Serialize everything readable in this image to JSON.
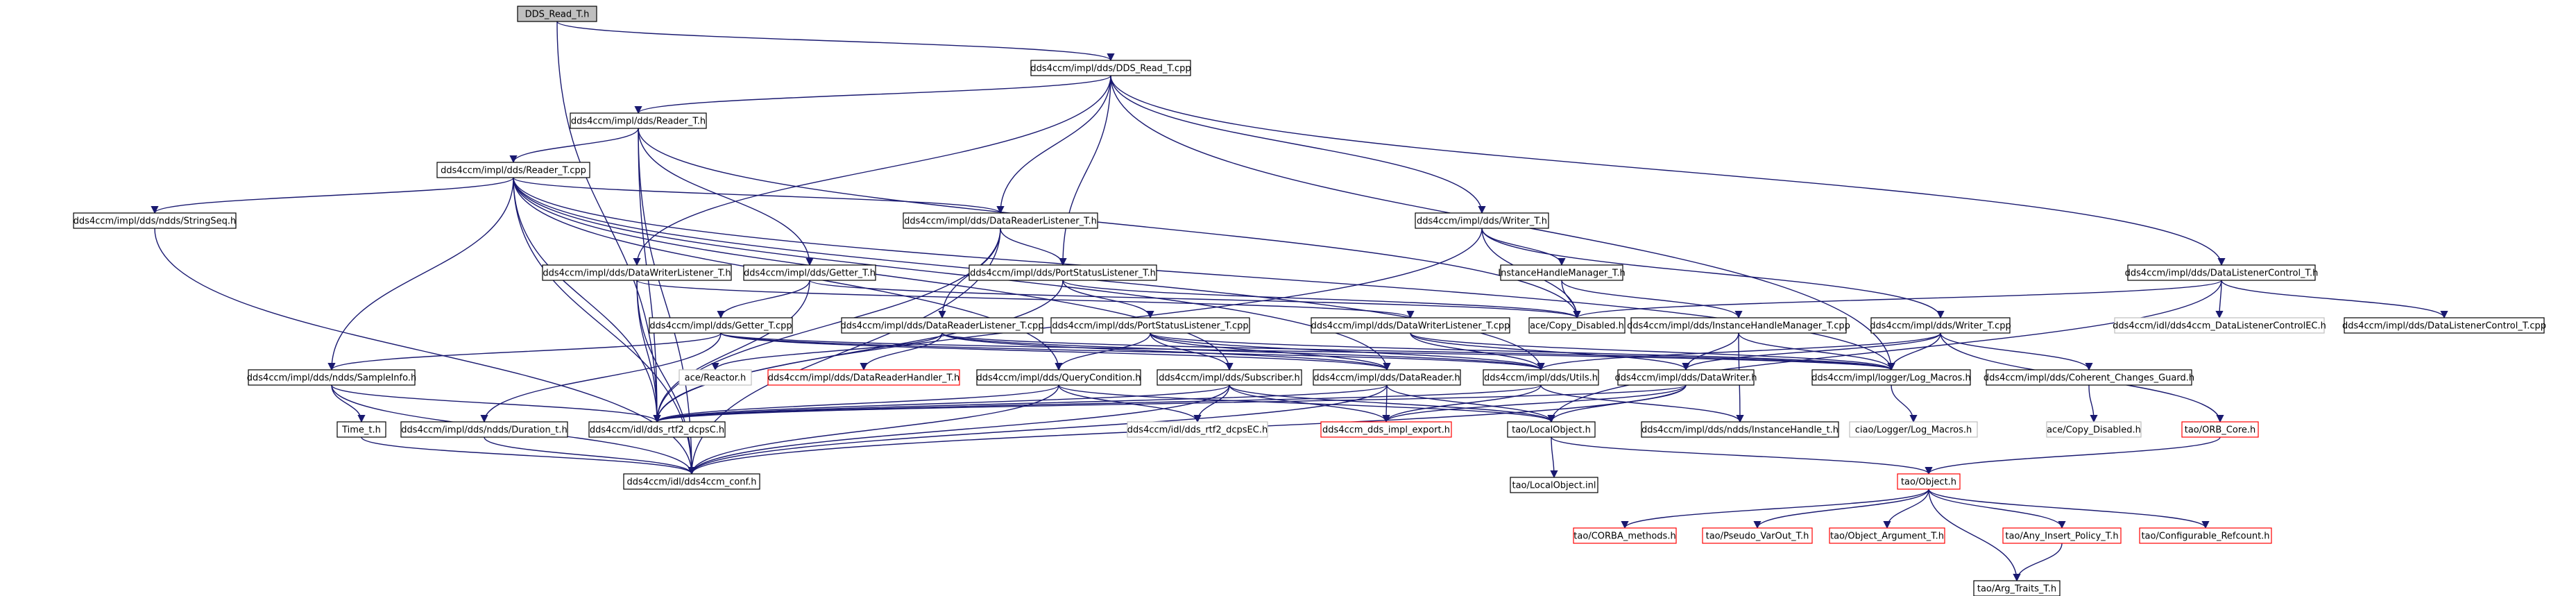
{
  "colors": {
    "edge": "#191970",
    "node_border": "#000000",
    "undocumented_border": "#ff0000",
    "external_border": "#bfbfbf",
    "external_text": "#7f7f7f",
    "root_fill": "#bfbfbf",
    "node_fill": "#ffffff"
  },
  "nodes": [
    {
      "id": "root",
      "label": "DDS_Read_T.h",
      "kind": "root"
    },
    {
      "id": "read_cpp",
      "label": "dds4ccm/impl/dds/DDS_Read_T.cpp",
      "kind": "normal"
    },
    {
      "id": "reader_h",
      "label": "dds4ccm/impl/dds/Reader_T.h",
      "kind": "normal"
    },
    {
      "id": "reader_cpp",
      "label": "dds4ccm/impl/dds/Reader_T.cpp",
      "kind": "normal"
    },
    {
      "id": "stringseq",
      "label": "dds4ccm/impl/dds/ndds/StringSeq.h",
      "kind": "normal"
    },
    {
      "id": "drl_h",
      "label": "dds4ccm/impl/dds/DataReaderListener_T.h",
      "kind": "normal"
    },
    {
      "id": "writer_h",
      "label": "dds4ccm/impl/dds/Writer_T.h",
      "kind": "normal"
    },
    {
      "id": "dlc_h",
      "label": "dds4ccm/impl/dds/DataListenerControl_T.h",
      "kind": "normal"
    },
    {
      "id": "dwl_h",
      "label": "dds4ccm/impl/dds/DataWriterListener_T.h",
      "kind": "normal"
    },
    {
      "id": "getter_h",
      "label": "dds4ccm/impl/dds/Getter_T.h",
      "kind": "normal"
    },
    {
      "id": "psl_h",
      "label": "dds4ccm/impl/dds/PortStatusListener_T.h",
      "kind": "normal"
    },
    {
      "id": "ihm_h",
      "label": "InstanceHandleManager_T.h",
      "kind": "normal"
    },
    {
      "id": "dlcec",
      "label": "dds4ccm/idl/dds4ccm_DataListenerControlEC.h",
      "kind": "external"
    },
    {
      "id": "dlc_cpp",
      "label": "dds4ccm/impl/dds/DataListenerControl_T.cpp",
      "kind": "normal"
    },
    {
      "id": "copy_dis",
      "label": "ace/Copy_Disabled.h",
      "kind": "normal"
    },
    {
      "id": "getter_cpp",
      "label": "dds4ccm/impl/dds/Getter_T.cpp",
      "kind": "normal"
    },
    {
      "id": "drl_cpp",
      "label": "dds4ccm/impl/dds/DataReaderListener_T.cpp",
      "kind": "normal"
    },
    {
      "id": "psl_cpp",
      "label": "dds4ccm/impl/dds/PortStatusListener_T.cpp",
      "kind": "normal"
    },
    {
      "id": "dwl_cpp",
      "label": "dds4ccm/impl/dds/DataWriterListener_T.cpp",
      "kind": "normal"
    },
    {
      "id": "ihm_cpp",
      "label": "dds4ccm/impl/dds/InstanceHandleManager_T.cpp",
      "kind": "normal"
    },
    {
      "id": "writer_cpp",
      "label": "dds4ccm/impl/dds/Writer_T.cpp",
      "kind": "normal"
    },
    {
      "id": "sampleinfo",
      "label": "dds4ccm/impl/dds/ndds/SampleInfo.h",
      "kind": "normal"
    },
    {
      "id": "reactor",
      "label": "ace/Reactor.h",
      "kind": "external"
    },
    {
      "id": "drh",
      "label": "dds4ccm/impl/dds/DataReaderHandler_T.h",
      "kind": "undocumented"
    },
    {
      "id": "querycond",
      "label": "dds4ccm/impl/dds/QueryCondition.h",
      "kind": "normal"
    },
    {
      "id": "subscriber",
      "label": "dds4ccm/impl/dds/Subscriber.h",
      "kind": "normal"
    },
    {
      "id": "datareader",
      "label": "dds4ccm/impl/dds/DataReader.h",
      "kind": "normal"
    },
    {
      "id": "utils",
      "label": "dds4ccm/impl/dds/Utils.h",
      "kind": "normal"
    },
    {
      "id": "datawriter",
      "label": "dds4ccm/impl/dds/DataWriter.h",
      "kind": "normal"
    },
    {
      "id": "logmacros",
      "label": "dds4ccm/impl/logger/Log_Macros.h",
      "kind": "normal"
    },
    {
      "id": "coherent",
      "label": "dds4ccm/impl/dds/Coherent_Changes_Guard.h",
      "kind": "normal"
    },
    {
      "id": "time_t",
      "label": "Time_t.h",
      "kind": "normal"
    },
    {
      "id": "duration",
      "label": "dds4ccm/impl/dds/ndds/Duration_t.h",
      "kind": "normal"
    },
    {
      "id": "rtf2",
      "label": "dds4ccm/idl/dds_rtf2_dcpsC.h",
      "kind": "normal"
    },
    {
      "id": "rtf2ec",
      "label": "dds4ccm/idl/dds_rtf2_dcpsEC.h",
      "kind": "external"
    },
    {
      "id": "implexport",
      "label": "dds4ccm_dds_impl_export.h",
      "kind": "undocumented"
    },
    {
      "id": "localobj",
      "label": "tao/LocalObject.h",
      "kind": "normal"
    },
    {
      "id": "instancehandle",
      "label": "dds4ccm/impl/dds/ndds/InstanceHandle_t.h",
      "kind": "normal"
    },
    {
      "id": "ciaolog",
      "label": "ciao/Logger/Log_Macros.h",
      "kind": "external"
    },
    {
      "id": "copy_dis2",
      "label": "ace/Copy_Disabled.h",
      "kind": "external"
    },
    {
      "id": "orbcore",
      "label": "tao/ORB_Core.h",
      "kind": "undocumented"
    },
    {
      "id": "conf",
      "label": "dds4ccm/idl/dds4ccm_conf.h",
      "kind": "normal"
    },
    {
      "id": "localobj_inl",
      "label": "tao/LocalObject.inl",
      "kind": "normal"
    },
    {
      "id": "object_h",
      "label": "tao/Object.h",
      "kind": "undocumented"
    },
    {
      "id": "corba_m",
      "label": "tao/CORBA_methods.h",
      "kind": "undocumented"
    },
    {
      "id": "pseudo",
      "label": "tao/Pseudo_VarOut_T.h",
      "kind": "undocumented"
    },
    {
      "id": "objarg",
      "label": "tao/Object_Argument_T.h",
      "kind": "undocumented"
    },
    {
      "id": "anyins",
      "label": "tao/Any_Insert_Policy_T.h",
      "kind": "undocumented"
    },
    {
      "id": "confref",
      "label": "tao/Configurable_Refcount.h",
      "kind": "undocumented"
    },
    {
      "id": "argtraits",
      "label": "tao/Arg_Traits_T.h",
      "kind": "normal"
    }
  ],
  "edges": [
    [
      "root",
      "read_cpp"
    ],
    [
      "root",
      "rtf2"
    ],
    [
      "read_cpp",
      "reader_h"
    ],
    [
      "read_cpp",
      "drl_h"
    ],
    [
      "read_cpp",
      "psl_h"
    ],
    [
      "read_cpp",
      "dwl_h"
    ],
    [
      "read_cpp",
      "writer_h"
    ],
    [
      "read_cpp",
      "dlc_h"
    ],
    [
      "read_cpp",
      "logmacros"
    ],
    [
      "reader_h",
      "reader_cpp"
    ],
    [
      "reader_h",
      "getter_h"
    ],
    [
      "reader_h",
      "rtf2"
    ],
    [
      "reader_h",
      "conf"
    ],
    [
      "reader_h",
      "copy_dis"
    ],
    [
      "reader_cpp",
      "stringseq"
    ],
    [
      "reader_cpp",
      "drl_h"
    ],
    [
      "reader_cpp",
      "sampleinfo"
    ],
    [
      "reader_cpp",
      "querycond"
    ],
    [
      "reader_cpp",
      "datareader"
    ],
    [
      "reader_cpp",
      "utils"
    ],
    [
      "reader_cpp",
      "logmacros"
    ],
    [
      "reader_cpp",
      "conf"
    ],
    [
      "reader_cpp",
      "subscriber"
    ],
    [
      "reader_cpp",
      "rtf2"
    ],
    [
      "stringseq",
      "conf"
    ],
    [
      "drl_h",
      "drl_cpp"
    ],
    [
      "drl_h",
      "psl_h"
    ],
    [
      "drl_h",
      "rtf2"
    ],
    [
      "drl_h",
      "conf"
    ],
    [
      "writer_h",
      "writer_cpp"
    ],
    [
      "writer_h",
      "ihm_h"
    ],
    [
      "writer_h",
      "copy_dis"
    ],
    [
      "writer_h",
      "rtf2"
    ],
    [
      "dlc_h",
      "dlcec"
    ],
    [
      "dlc_h",
      "dlc_cpp"
    ],
    [
      "dlc_h",
      "copy_dis"
    ],
    [
      "dlc_h",
      "localobj"
    ],
    [
      "dwl_h",
      "dwl_cpp"
    ],
    [
      "dwl_h",
      "rtf2"
    ],
    [
      "dwl_h",
      "conf"
    ],
    [
      "getter_h",
      "getter_cpp"
    ],
    [
      "getter_h",
      "rtf2"
    ],
    [
      "getter_h",
      "copy_dis"
    ],
    [
      "psl_h",
      "psl_cpp"
    ],
    [
      "psl_h",
      "copy_dis"
    ],
    [
      "psl_h",
      "rtf2"
    ],
    [
      "ihm_h",
      "ihm_cpp"
    ],
    [
      "ihm_h",
      "copy_dis"
    ],
    [
      "getter_cpp",
      "sampleinfo"
    ],
    [
      "getter_cpp",
      "duration"
    ],
    [
      "getter_cpp",
      "logmacros"
    ],
    [
      "getter_cpp",
      "utils"
    ],
    [
      "getter_cpp",
      "datareader"
    ],
    [
      "drl_cpp",
      "drh"
    ],
    [
      "drl_cpp",
      "reactor"
    ],
    [
      "drl_cpp",
      "utils"
    ],
    [
      "drl_cpp",
      "logmacros"
    ],
    [
      "drl_cpp",
      "datareader"
    ],
    [
      "psl_cpp",
      "utils"
    ],
    [
      "psl_cpp",
      "logmacros"
    ],
    [
      "psl_cpp",
      "subscriber"
    ],
    [
      "psl_cpp",
      "datareader"
    ],
    [
      "psl_cpp",
      "querycond"
    ],
    [
      "dwl_cpp",
      "utils"
    ],
    [
      "dwl_cpp",
      "logmacros"
    ],
    [
      "dwl_cpp",
      "datawriter"
    ],
    [
      "ihm_cpp",
      "logmacros"
    ],
    [
      "ihm_cpp",
      "datawriter"
    ],
    [
      "ihm_cpp",
      "instancehandle"
    ],
    [
      "writer_cpp",
      "coherent"
    ],
    [
      "writer_cpp",
      "utils"
    ],
    [
      "writer_cpp",
      "logmacros"
    ],
    [
      "writer_cpp",
      "datawriter"
    ],
    [
      "writer_cpp",
      "orbcore"
    ],
    [
      "sampleinfo",
      "time_t"
    ],
    [
      "sampleinfo",
      "conf"
    ],
    [
      "sampleinfo",
      "rtf2"
    ],
    [
      "querycond",
      "rtf2"
    ],
    [
      "querycond",
      "rtf2ec"
    ],
    [
      "querycond",
      "conf"
    ],
    [
      "querycond",
      "localobj"
    ],
    [
      "subscriber",
      "rtf2"
    ],
    [
      "subscriber",
      "rtf2ec"
    ],
    [
      "subscriber",
      "implexport"
    ],
    [
      "subscriber",
      "localobj"
    ],
    [
      "subscriber",
      "conf"
    ],
    [
      "datareader",
      "rtf2"
    ],
    [
      "datareader",
      "implexport"
    ],
    [
      "datareader",
      "localobj"
    ],
    [
      "datareader",
      "conf"
    ],
    [
      "utils",
      "rtf2"
    ],
    [
      "utils",
      "instancehandle"
    ],
    [
      "utils",
      "implexport"
    ],
    [
      "datawriter",
      "rtf2"
    ],
    [
      "datawriter",
      "implexport"
    ],
    [
      "datawriter",
      "localobj"
    ],
    [
      "datawriter",
      "conf"
    ],
    [
      "logmacros",
      "ciaolog"
    ],
    [
      "coherent",
      "copy_dis2"
    ],
    [
      "time_t",
      "conf"
    ],
    [
      "duration",
      "conf"
    ],
    [
      "localobj",
      "localobj_inl"
    ],
    [
      "localobj",
      "object_h"
    ],
    [
      "orbcore",
      "object_h"
    ],
    [
      "object_h",
      "corba_m"
    ],
    [
      "object_h",
      "pseudo"
    ],
    [
      "object_h",
      "objarg"
    ],
    [
      "object_h",
      "anyins"
    ],
    [
      "object_h",
      "confref"
    ],
    [
      "object_h",
      "argtraits"
    ],
    [
      "anyins",
      "argtraits"
    ]
  ]
}
